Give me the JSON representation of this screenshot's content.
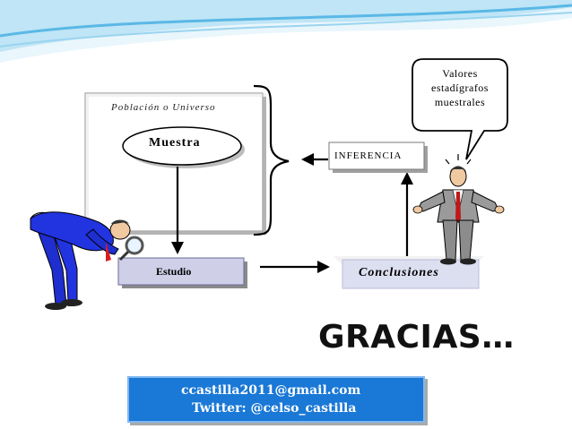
{
  "diagram": {
    "population_label": "Población o Universo",
    "sample_label": "Muestra",
    "inference_label": "INFERENCIA",
    "study_label": "Estudio",
    "conclusions_label": "Conclusiones",
    "bubble_lines": [
      "Valores",
      "estadígrafos",
      "muestrales"
    ]
  },
  "thanks_text": "GRACIAS…",
  "contact": {
    "email": "ccastilla2011@gmail.com",
    "twitter": "Twitter: @celso_castilla"
  },
  "colors": {
    "accent_blue": "#1a78d6",
    "study_box": "#cfcfe8",
    "conclusions_box": "#dcdff0",
    "header_wave": "#5ab8e6"
  },
  "icons": [
    "man-with-magnifier-illustration",
    "presenter-man-illustration"
  ]
}
